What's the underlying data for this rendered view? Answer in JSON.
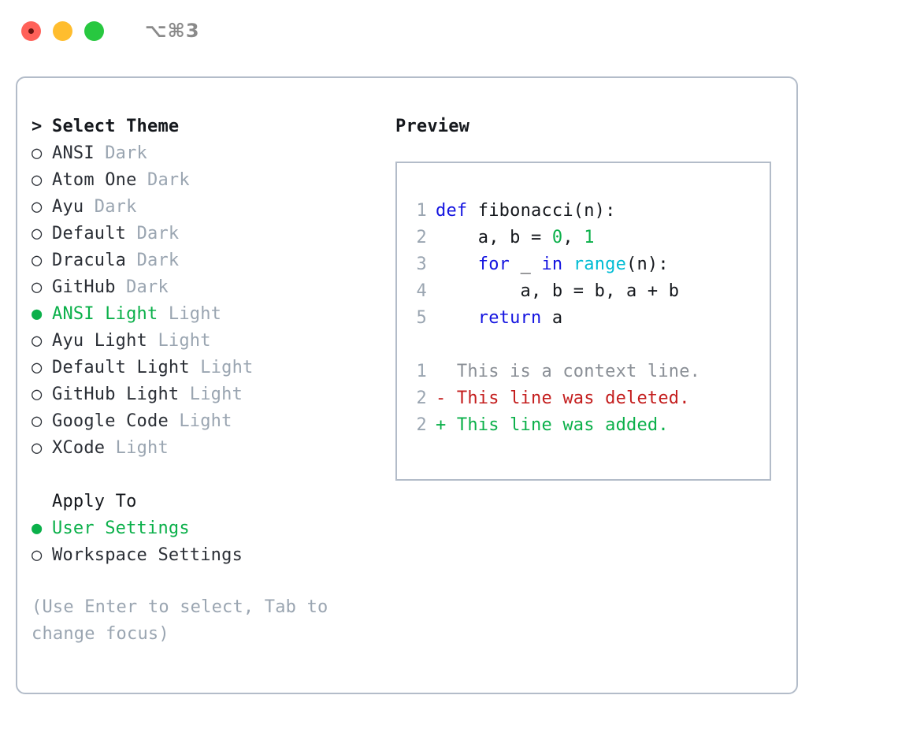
{
  "titlebar": {
    "shortcut": "⌥⌘3",
    "dots": [
      {
        "name": "close",
        "color": "#ff6159"
      },
      {
        "name": "minimize",
        "color": "#ffbd2e"
      },
      {
        "name": "maximize",
        "color": "#28c840"
      }
    ]
  },
  "colors": {
    "accent_green": "#0bb04a",
    "muted_gray": "#9aa5b1",
    "keyword_blue": "#1414e0",
    "function_cyan": "#00bcd4",
    "diff_red": "#c41e1e",
    "border": "#b3bcc9",
    "text": "#15181d"
  },
  "theme_list": {
    "heading_marker": ">",
    "heading": "Select Theme",
    "bullet_unselected": "○",
    "bullet_selected": "●",
    "items": [
      {
        "name": "ANSI",
        "kind": "Dark",
        "selected": false
      },
      {
        "name": "Atom One",
        "kind": "Dark",
        "selected": false
      },
      {
        "name": "Ayu",
        "kind": "Dark",
        "selected": false
      },
      {
        "name": "Default",
        "kind": "Dark",
        "selected": false
      },
      {
        "name": "Dracula",
        "kind": "Dark",
        "selected": false
      },
      {
        "name": "GitHub",
        "kind": "Dark",
        "selected": false
      },
      {
        "name": "ANSI Light",
        "kind": "Light",
        "selected": true
      },
      {
        "name": "Ayu Light",
        "kind": "Light",
        "selected": false
      },
      {
        "name": "Default Light",
        "kind": "Light",
        "selected": false
      },
      {
        "name": "GitHub Light",
        "kind": "Light",
        "selected": false
      },
      {
        "name": "Google Code",
        "kind": "Light",
        "selected": false
      },
      {
        "name": "XCode",
        "kind": "Light",
        "selected": false
      }
    ]
  },
  "apply_to": {
    "heading": "Apply To",
    "items": [
      {
        "name": "User Settings",
        "selected": true
      },
      {
        "name": "Workspace Settings",
        "selected": false
      }
    ]
  },
  "help_text": "(Use Enter to select, Tab to change focus)",
  "preview": {
    "title": "Preview",
    "code_lines": [
      {
        "no": "1",
        "tokens": [
          {
            "t": "def",
            "c": "kw"
          },
          {
            "t": " fibonacci(n):",
            "c": "plain"
          }
        ]
      },
      {
        "no": "2",
        "tokens": [
          {
            "t": "    a, b = ",
            "c": "plain"
          },
          {
            "t": "0",
            "c": "num"
          },
          {
            "t": ", ",
            "c": "plain"
          },
          {
            "t": "1",
            "c": "num"
          }
        ]
      },
      {
        "no": "3",
        "tokens": [
          {
            "t": "    ",
            "c": "plain"
          },
          {
            "t": "for",
            "c": "kw"
          },
          {
            "t": " _ ",
            "c": "plain"
          },
          {
            "t": "in",
            "c": "kw"
          },
          {
            "t": " ",
            "c": "plain"
          },
          {
            "t": "range",
            "c": "fn"
          },
          {
            "t": "(n):",
            "c": "plain"
          }
        ]
      },
      {
        "no": "4",
        "tokens": [
          {
            "t": "        a, b = b, a + b",
            "c": "plain"
          }
        ]
      },
      {
        "no": "5",
        "tokens": [
          {
            "t": "    ",
            "c": "plain"
          },
          {
            "t": "return",
            "c": "kw"
          },
          {
            "t": " a",
            "c": "plain"
          }
        ]
      }
    ],
    "diff_lines": [
      {
        "no": "1",
        "marker": "  ",
        "text": "This is a context line.",
        "kind": "ctx"
      },
      {
        "no": "2",
        "marker": "- ",
        "text": "This line was deleted.",
        "kind": "del"
      },
      {
        "no": "2",
        "marker": "+ ",
        "text": "This line was added.",
        "kind": "add"
      }
    ]
  }
}
